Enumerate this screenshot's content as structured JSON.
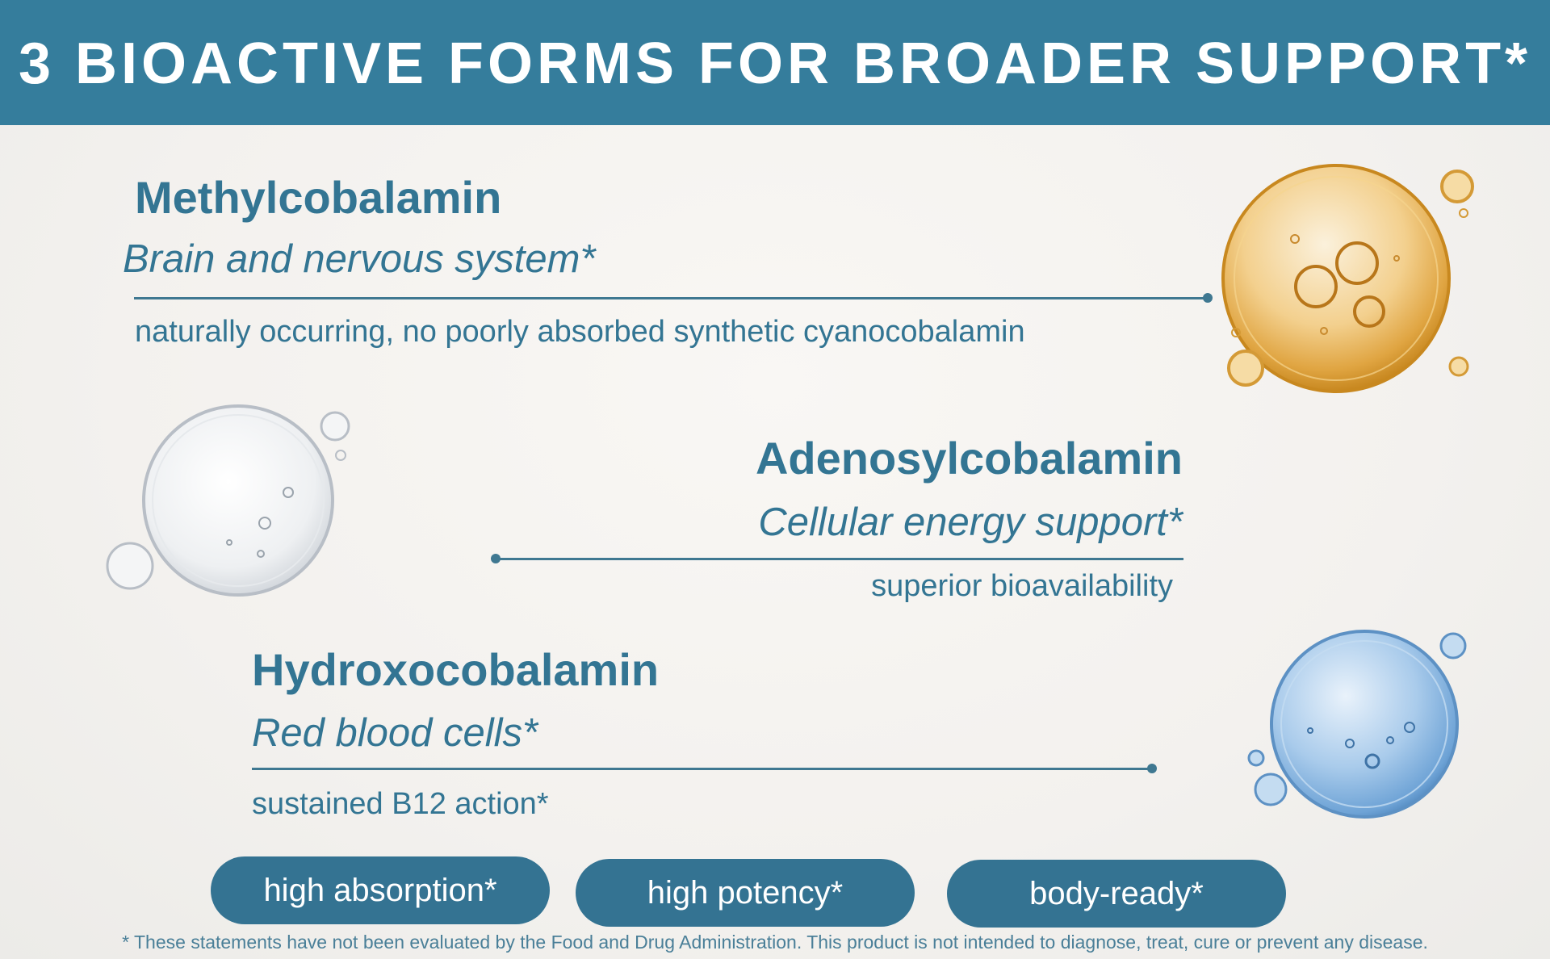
{
  "header": {
    "title": "3 BIOACTIVE FORMS FOR BROADER SUPPORT*"
  },
  "forms": [
    {
      "name": "Methylcobalamin",
      "benefit": "Brain and nervous system*",
      "note": "naturally occurring, no poorly absorbed synthetic cyanocobalamin"
    },
    {
      "name": "Adenosylcobalamin",
      "benefit": "Cellular energy support*",
      "note": "superior bioavailability"
    },
    {
      "name": "Hydroxocobalamin",
      "benefit": "Red blood cells*",
      "note": "sustained B12 action*"
    }
  ],
  "badges": [
    "high absorption*",
    "high potency*",
    "body-ready*"
  ],
  "footer": {
    "disclaimer": "* These statements have not been evaluated by the Food and Drug Administration. This product is not intended to diagnose, treat, cure or prevent any disease."
  },
  "colors": {
    "accent": "#357d9c",
    "text": "#337593",
    "gold_bubble": "#e0a84a",
    "clear_bubble": "#d8dde2",
    "blue_bubble": "#8db8e0"
  },
  "decorations": [
    "gold-serum-bubble",
    "clear-serum-bubble",
    "blue-serum-bubble"
  ]
}
